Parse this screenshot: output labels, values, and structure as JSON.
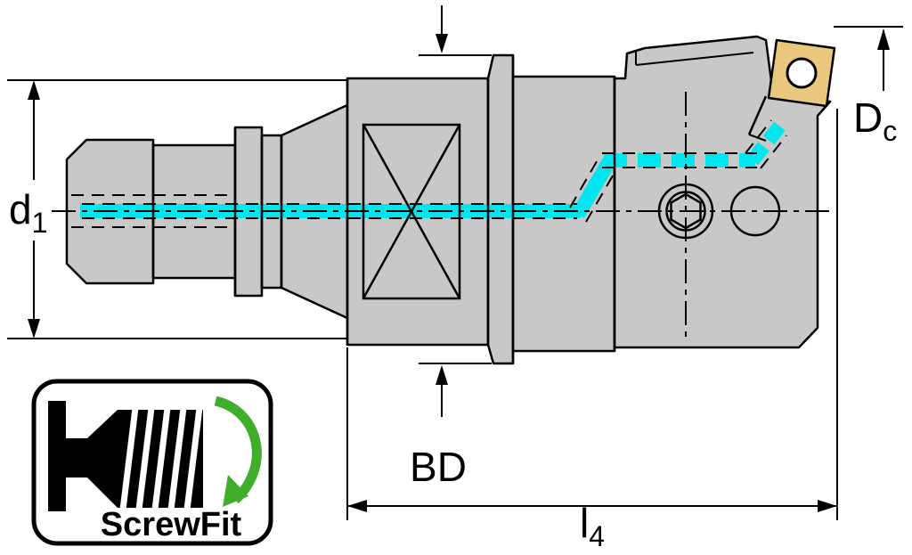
{
  "labels": {
    "d1": {
      "base": "d",
      "sub": "1"
    },
    "bd": "BD",
    "l4": {
      "base": "l",
      "sub": "4"
    },
    "dc": {
      "base": "D",
      "sub": "c"
    }
  },
  "badge": {
    "label": "ScrewFit"
  },
  "colors": {
    "background": "#ffffff",
    "body": "#c8c8c8",
    "outline": "#000000",
    "coolant": "#00e6ef",
    "insert": "#e9c87e",
    "insert_hole": "#ffffff",
    "green_arrow": "#3fae2a",
    "silhouette": "#000000"
  },
  "icons": {
    "screw": "screwfit-screw-icon",
    "rotation_arrow": "rotation-arrow-icon"
  }
}
